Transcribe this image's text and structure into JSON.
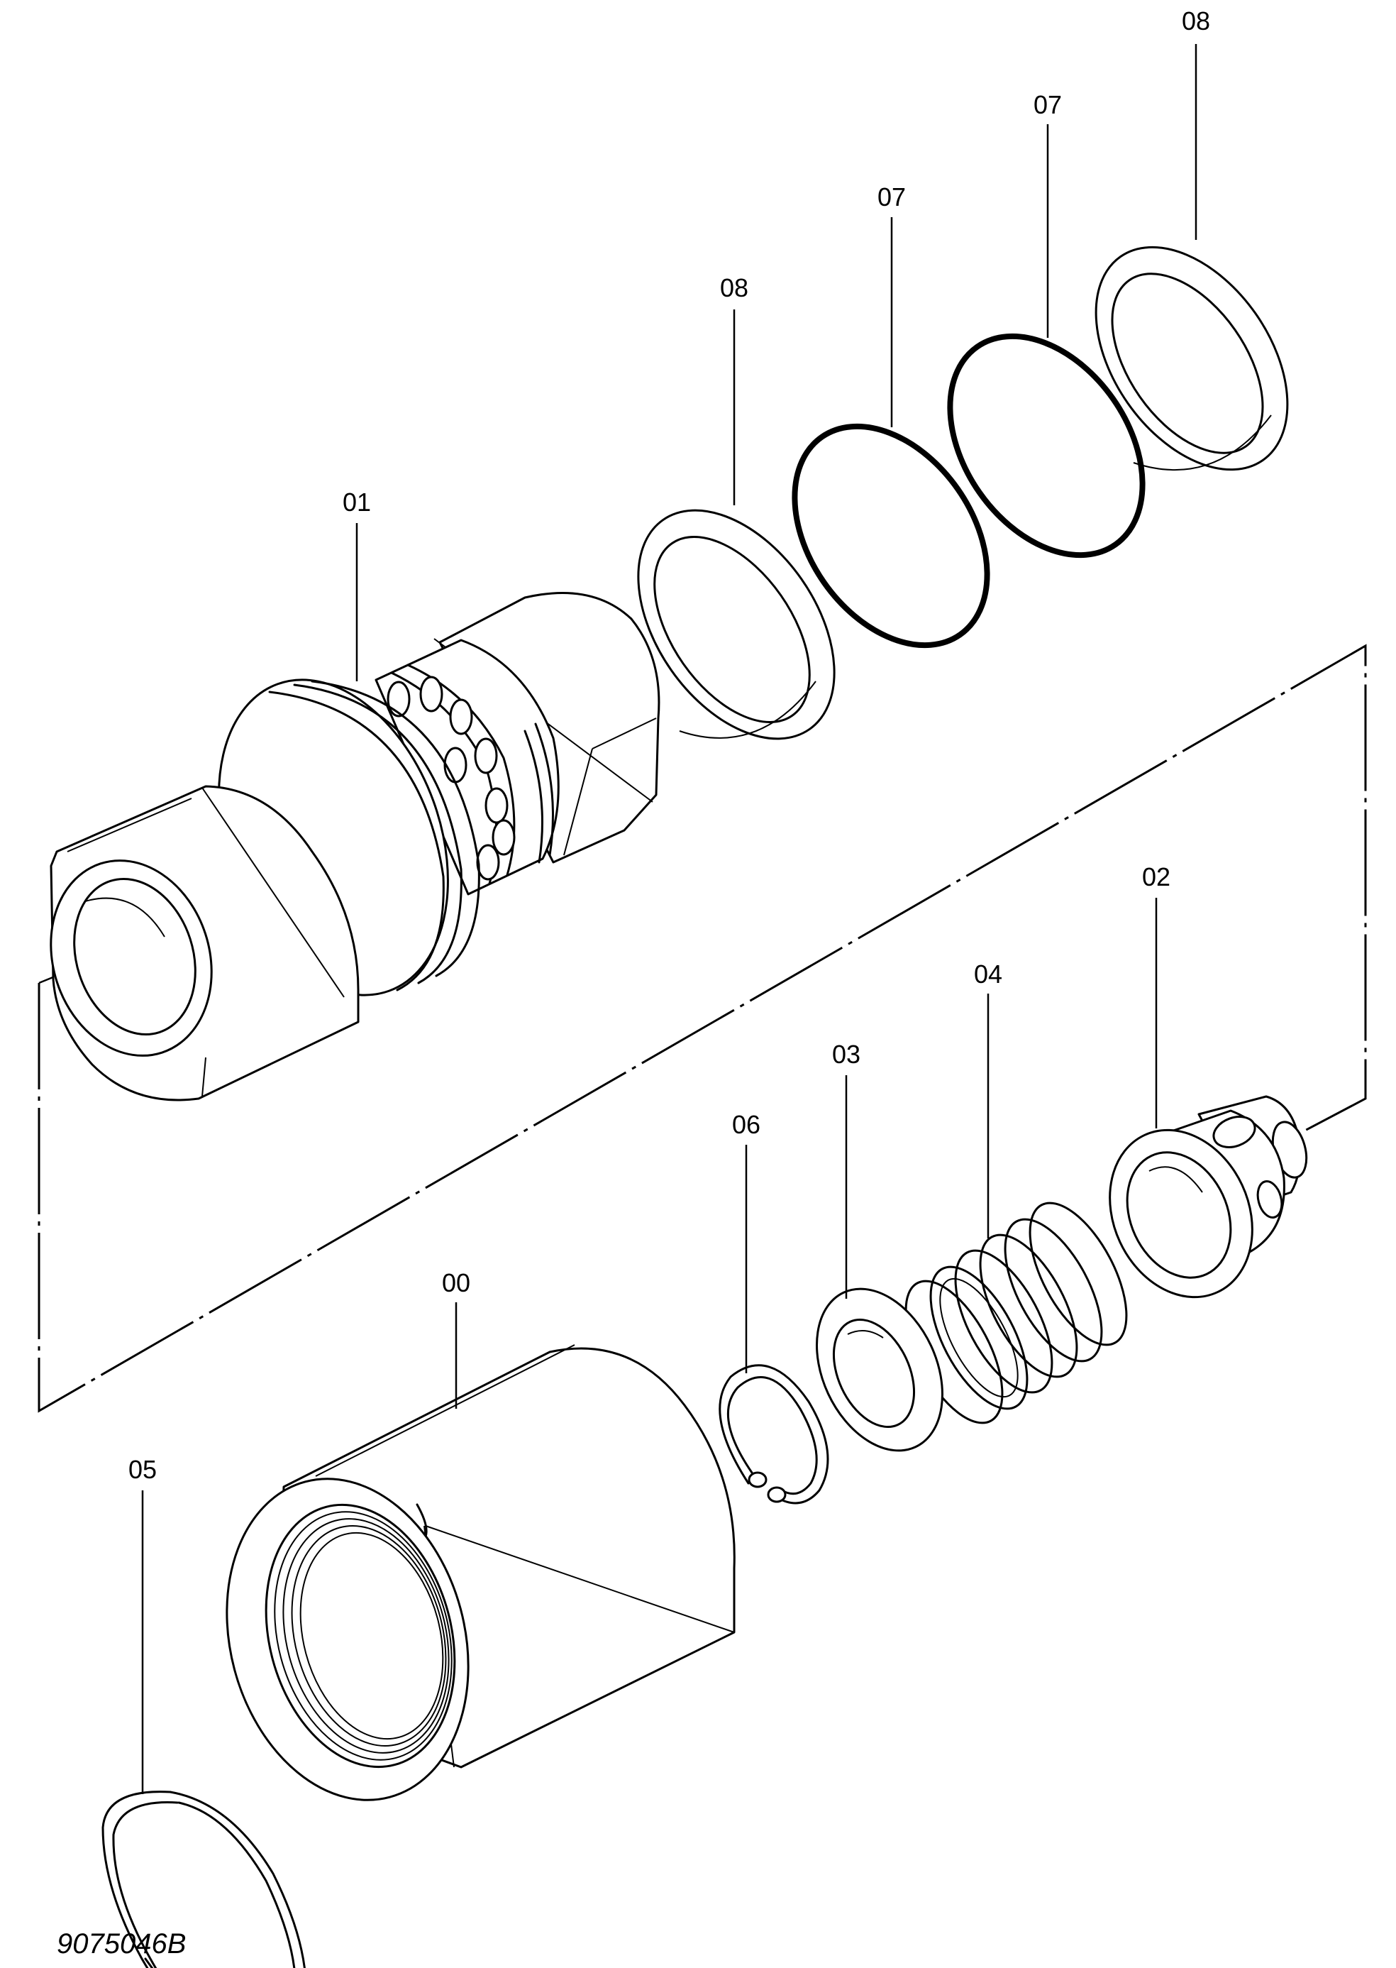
{
  "callouts": {
    "c00": "00",
    "c01": "01",
    "c02": "02",
    "c03": "03",
    "c04": "04",
    "c05": "05",
    "c06": "06",
    "c07a": "07",
    "c07b": "07",
    "c08a": "08",
    "c08b": "08"
  },
  "document_id": "9075046B"
}
